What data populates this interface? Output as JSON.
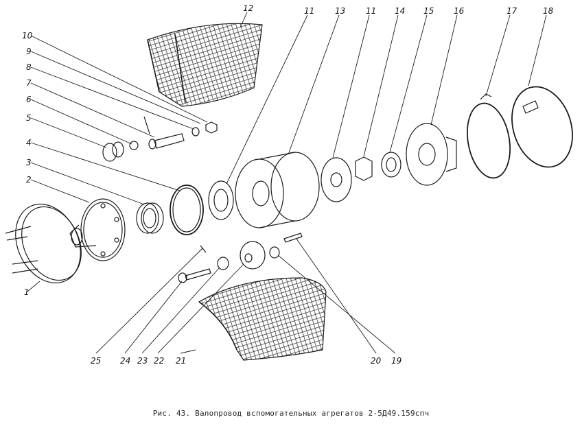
{
  "caption": "Рис. 43. Валопровод вспомогательных агрегатов 2-5Д49.159спч",
  "callouts": {
    "c1": "1",
    "c2": "2",
    "c3": "3",
    "c4": "4",
    "c5": "5",
    "c6": "6",
    "c7": "7",
    "c8": "8",
    "c9": "9",
    "c10": "10",
    "c11a": "11",
    "c11b": "11",
    "c12": "12",
    "c13": "13",
    "c14": "14",
    "c15": "15",
    "c16": "16",
    "c17": "17",
    "c18": "18",
    "c19": "19",
    "c20": "20",
    "c21": "21",
    "c22": "22",
    "c23": "23",
    "c24": "24",
    "c25": "25"
  },
  "colors": {
    "ink": "#1a1a1a",
    "paper": "#ffffff"
  }
}
